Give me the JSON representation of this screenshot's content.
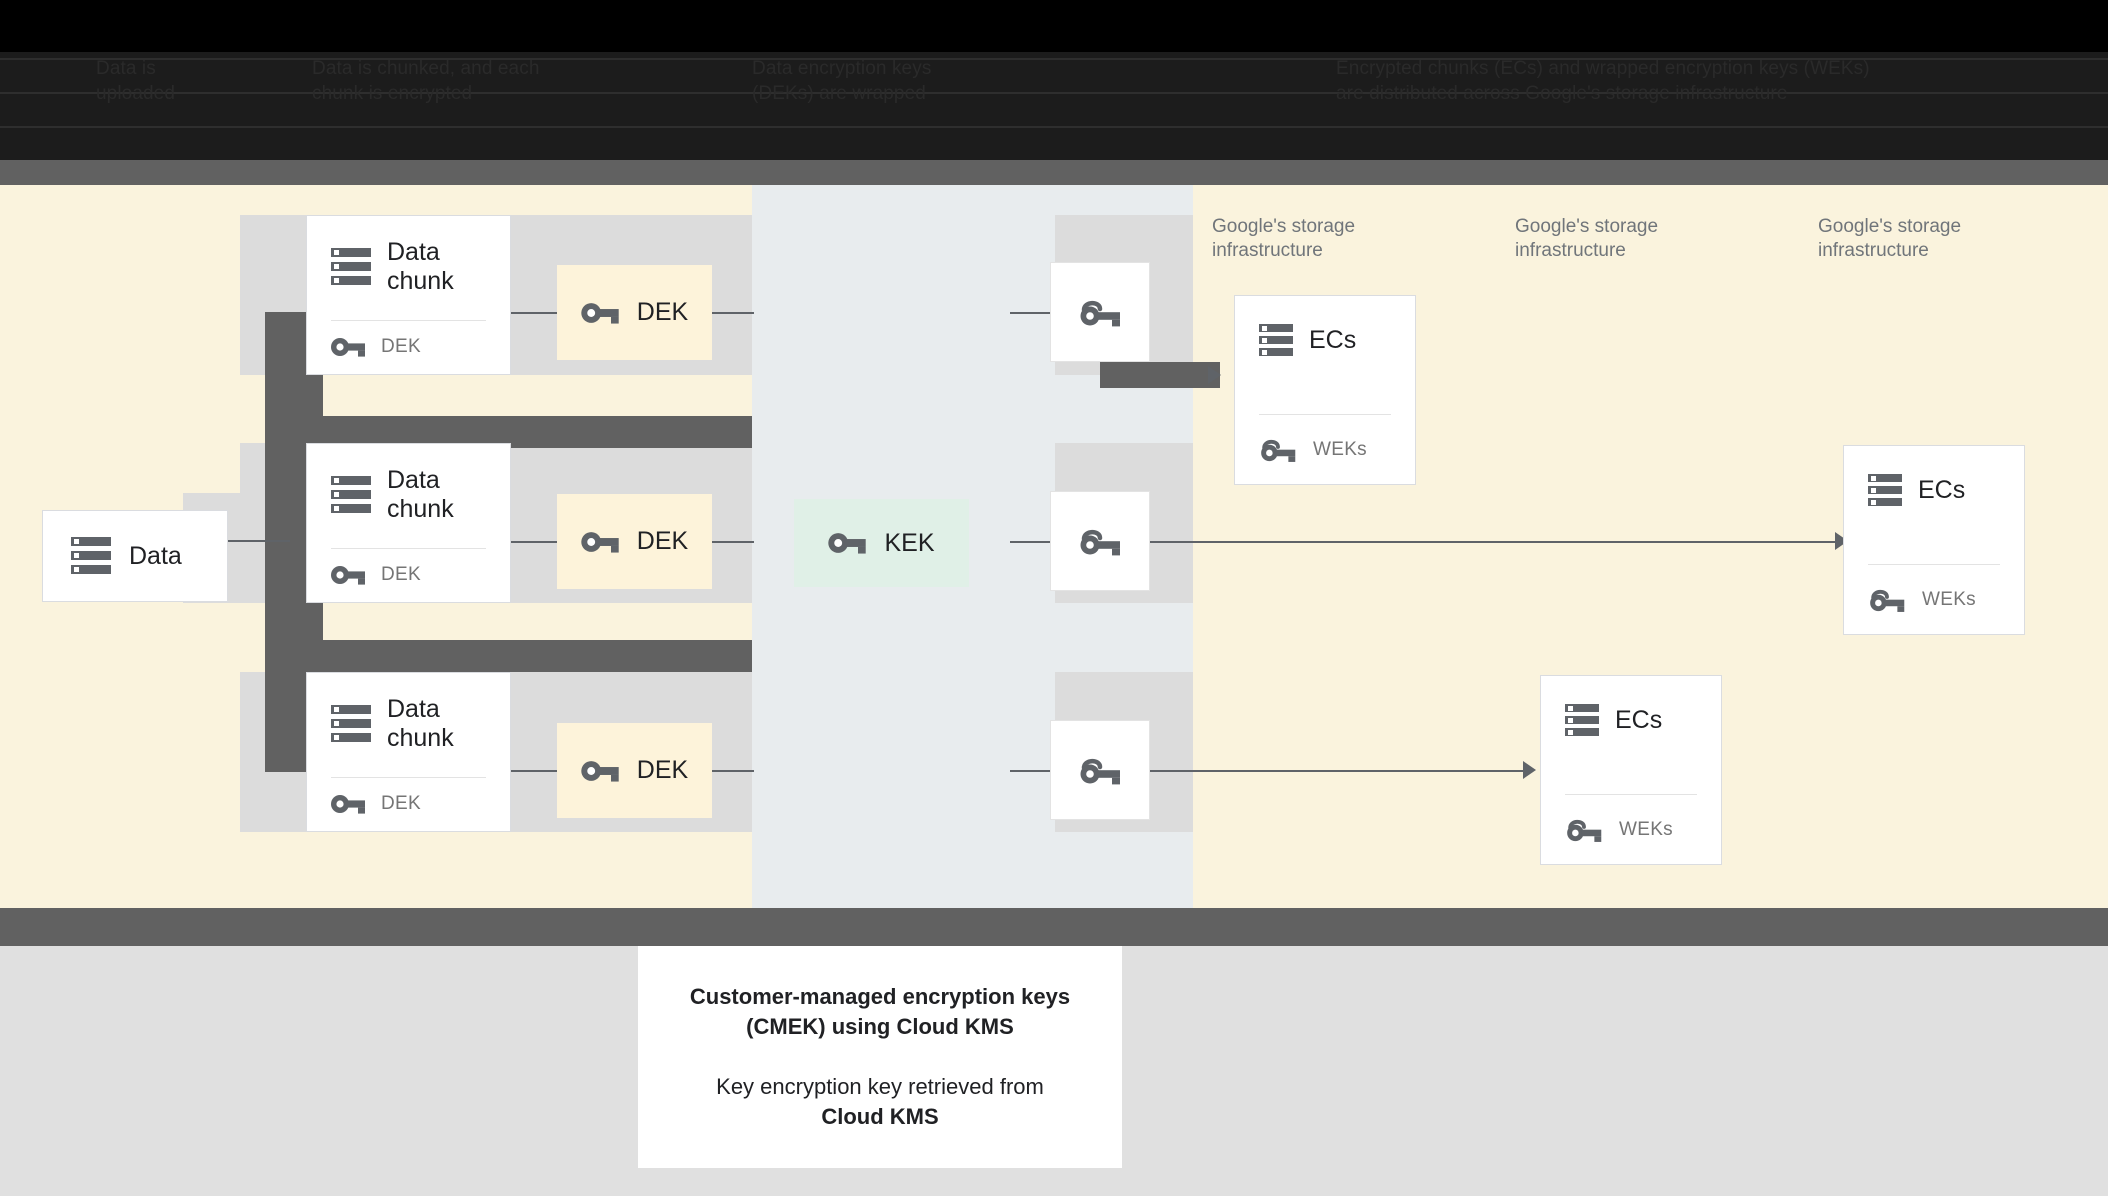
{
  "header": {
    "columns": [
      {
        "line1": "Data is",
        "line2": "uploaded"
      },
      {
        "line1": "Data is chunked, and each",
        "line2": "chunk is encrypted"
      },
      {
        "line1": "Data encryption keys",
        "line2": "(DEKs) are wrapped"
      },
      {
        "line1": "Encrypted chunks (ECs) and wrapped encryption keys (WEKs)",
        "line2": "are distributed across Google's storage infrastructure"
      }
    ]
  },
  "panels": {
    "cream_label": "cream-panel",
    "blue_label": "blue-panel",
    "colors": {
      "cream": "#faf3dd",
      "blue": "#e8ecee",
      "grey": "#dcdcdc",
      "dark": "#616161",
      "dek": "#fdf3da",
      "kek": "#e0f0e7",
      "footer": "#e0e0e0"
    }
  },
  "source": {
    "title": "Data",
    "icon": "storage-icon"
  },
  "chunks": [
    {
      "title": "Data chunk",
      "sub": "DEK",
      "icon": "storage-icon",
      "key_icon": "key-icon"
    },
    {
      "title": "Data chunk",
      "sub": "DEK",
      "icon": "storage-icon",
      "key_icon": "key-icon"
    },
    {
      "title": "Data chunk",
      "sub": "DEK",
      "icon": "storage-icon",
      "key_icon": "key-icon"
    }
  ],
  "deks": [
    {
      "label": "DEK",
      "icon": "key-icon"
    },
    {
      "label": "DEK",
      "icon": "key-icon"
    },
    {
      "label": "DEK",
      "icon": "key-icon"
    }
  ],
  "kek": {
    "label": "KEK",
    "icon": "key-icon"
  },
  "weks": [
    {
      "icon": "wrapped-key-icon"
    },
    {
      "icon": "wrapped-key-icon"
    },
    {
      "icon": "wrapped-key-icon"
    }
  ],
  "storage_labels": [
    "Google's storage infrastructure",
    "Google's storage infrastructure",
    "Google's storage infrastructure"
  ],
  "ec_cards": [
    {
      "title": "ECs",
      "sub": "WEKs",
      "icon": "storage-icon",
      "key_icon": "wrapped-key-icon"
    },
    {
      "title": "ECs",
      "sub": "WEKs",
      "icon": "storage-icon",
      "key_icon": "wrapped-key-icon"
    },
    {
      "title": "ECs",
      "sub": "WEKs",
      "icon": "storage-icon",
      "key_icon": "wrapped-key-icon"
    }
  ],
  "caption": {
    "bold_line1": "Customer-managed encryption keys",
    "bold_line2": "(CMEK) using Cloud KMS",
    "normal_line1": "Key encryption key retrieved from",
    "normal_line2": "Cloud KMS"
  }
}
